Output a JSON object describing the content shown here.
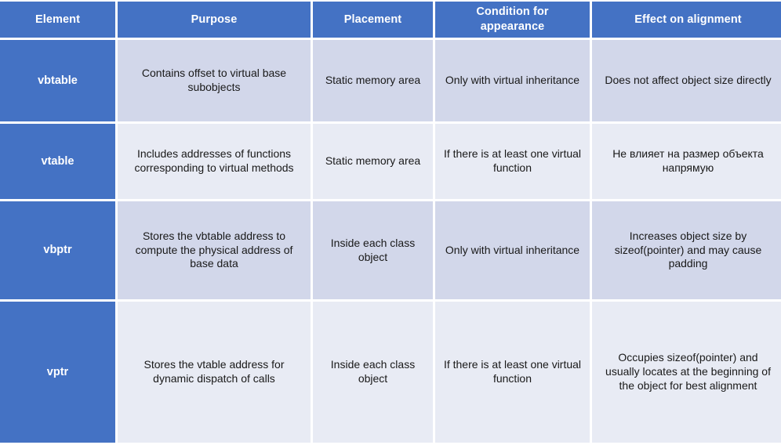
{
  "table": {
    "columns": [
      "Element",
      "Purpose",
      "Placement",
      "Condition for appearance",
      "Effect on alignment"
    ],
    "rows": [
      {
        "element": "vbtable",
        "purpose": "Contains offset to virtual base subobjects",
        "placement": "Static memory area",
        "condition": "Only with virtual inheritance",
        "effect": "Does not affect object size directly"
      },
      {
        "element": "vtable",
        "purpose": "Includes addresses of functions corresponding to virtual methods",
        "placement": "Static memory area",
        "condition": "If there is at least one virtual function",
        "effect": "Не влияет на размер объекта напрямую"
      },
      {
        "element": "vbptr",
        "purpose": "Stores the vbtable address to compute the physical address of base data",
        "placement": "Inside each class object",
        "condition": "Only with virtual inheritance",
        "effect": "Increases object size by sizeof(pointer) and may cause padding"
      },
      {
        "element": "vptr",
        "purpose": "Stores the vtable address for dynamic dispatch of calls",
        "placement": "Inside each class object",
        "condition": "If there is at least one virtual function",
        "effect": "Occupies sizeof(pointer) and usually locates at the beginning of the object for best alignment"
      }
    ]
  },
  "colors": {
    "header_background": "#4472c4",
    "header_text": "#ffffff",
    "band_dark": "#d2d7ea",
    "band_light": "#e8ebf4",
    "body_text": "#191919",
    "page_background": "#ffffff"
  }
}
